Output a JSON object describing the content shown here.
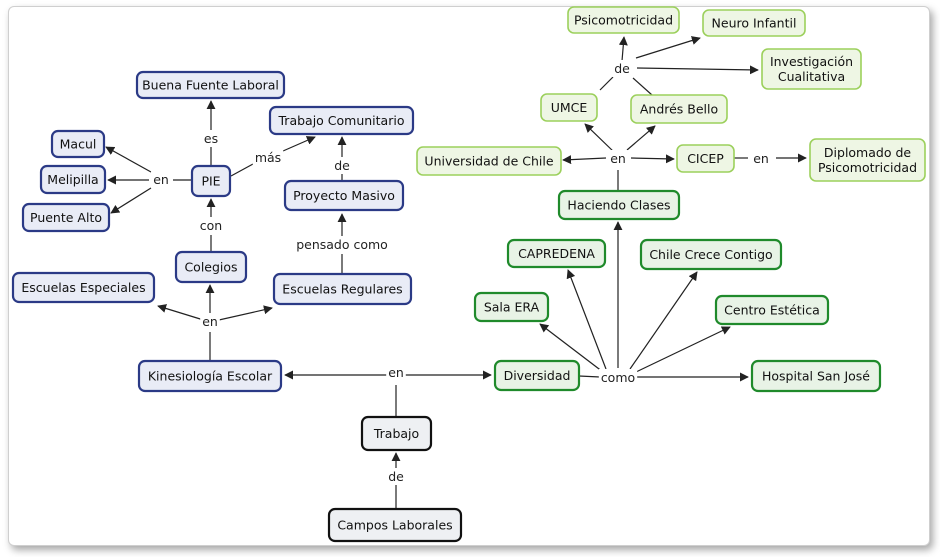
{
  "colors": {
    "blue_fill": "#e9ecf6",
    "blue_stroke": "#2b3a86",
    "green_fill": "#e8f3e6",
    "green_stroke": "#1f8a2b",
    "lgreen_fill": "#eef6e4",
    "lgreen_stroke": "#9cd05c",
    "black_fill": "#eef0f3",
    "black_stroke": "#111111",
    "line": "#222222"
  },
  "nodes": [
    {
      "id": "campos",
      "style": "black",
      "lines": [
        "Campos Laborales"
      ]
    },
    {
      "id": "trabajo",
      "style": "black",
      "lines": [
        "Trabajo"
      ]
    },
    {
      "id": "kinesio",
      "style": "blue",
      "lines": [
        "Kinesiología Escolar"
      ]
    },
    {
      "id": "esp",
      "style": "blue",
      "lines": [
        "Escuelas Especiales"
      ]
    },
    {
      "id": "colegios",
      "style": "blue",
      "lines": [
        "Colegios"
      ]
    },
    {
      "id": "regulares",
      "style": "blue",
      "lines": [
        "Escuelas Regulares"
      ]
    },
    {
      "id": "pie",
      "style": "blue",
      "lines": [
        "PIE"
      ]
    },
    {
      "id": "buena",
      "style": "blue",
      "lines": [
        "Buena Fuente Laboral"
      ]
    },
    {
      "id": "comunitario",
      "style": "blue",
      "lines": [
        "Trabajo Comunitario"
      ]
    },
    {
      "id": "masivo",
      "style": "blue",
      "lines": [
        "Proyecto Masivo"
      ]
    },
    {
      "id": "macul",
      "style": "blue",
      "lines": [
        "Macul"
      ]
    },
    {
      "id": "melipilla",
      "style": "blue",
      "lines": [
        "Melipilla"
      ]
    },
    {
      "id": "puente",
      "style": "blue",
      "lines": [
        "Puente Alto"
      ]
    },
    {
      "id": "diversidad",
      "style": "green",
      "lines": [
        "Diversidad"
      ]
    },
    {
      "id": "hospital",
      "style": "green",
      "lines": [
        "Hospital San José"
      ]
    },
    {
      "id": "estetica",
      "style": "green",
      "lines": [
        "Centro Estética"
      ]
    },
    {
      "id": "chilecrece",
      "style": "green",
      "lines": [
        "Chile Crece Contigo"
      ]
    },
    {
      "id": "capredena",
      "style": "green",
      "lines": [
        "CAPREDENA"
      ]
    },
    {
      "id": "sala",
      "style": "green",
      "lines": [
        "Sala ERA"
      ]
    },
    {
      "id": "haciendo",
      "style": "green",
      "lines": [
        "Haciendo Clases"
      ]
    },
    {
      "id": "uchile",
      "style": "lgreen",
      "lines": [
        "Universidad de Chile"
      ]
    },
    {
      "id": "cicep",
      "style": "lgreen",
      "lines": [
        "CICEP"
      ]
    },
    {
      "id": "diplomado",
      "style": "lgreen",
      "lines": [
        "Diplomado de",
        "Psicomotricidad"
      ]
    },
    {
      "id": "umce",
      "style": "lgreen",
      "lines": [
        "UMCE"
      ]
    },
    {
      "id": "andres",
      "style": "lgreen",
      "lines": [
        "Andrés Bello"
      ]
    },
    {
      "id": "psico",
      "style": "lgreen",
      "lines": [
        "Psicomotricidad"
      ]
    },
    {
      "id": "neuro",
      "style": "lgreen",
      "lines": [
        "Neuro Infantil"
      ]
    },
    {
      "id": "invest",
      "style": "lgreen",
      "lines": [
        "Investigación",
        "Cualitativa"
      ]
    }
  ],
  "link_labels": [
    {
      "id": "lbl-de-campos",
      "text": "de"
    },
    {
      "id": "lbl-en-trabajo",
      "text": "en"
    },
    {
      "id": "lbl-en-kinesio",
      "text": "en"
    },
    {
      "id": "lbl-con",
      "text": "con"
    },
    {
      "id": "lbl-pensado",
      "text": "pensado como"
    },
    {
      "id": "lbl-de-masivo",
      "text": "de"
    },
    {
      "id": "lbl-es",
      "text": "es"
    },
    {
      "id": "lbl-mas",
      "text": "más"
    },
    {
      "id": "lbl-en-pie",
      "text": "en"
    },
    {
      "id": "lbl-como",
      "text": "como"
    },
    {
      "id": "lbl-en-haciendo",
      "text": "en"
    },
    {
      "id": "lbl-en-cicep",
      "text": "en"
    },
    {
      "id": "lbl-de-umce",
      "text": "de"
    }
  ]
}
